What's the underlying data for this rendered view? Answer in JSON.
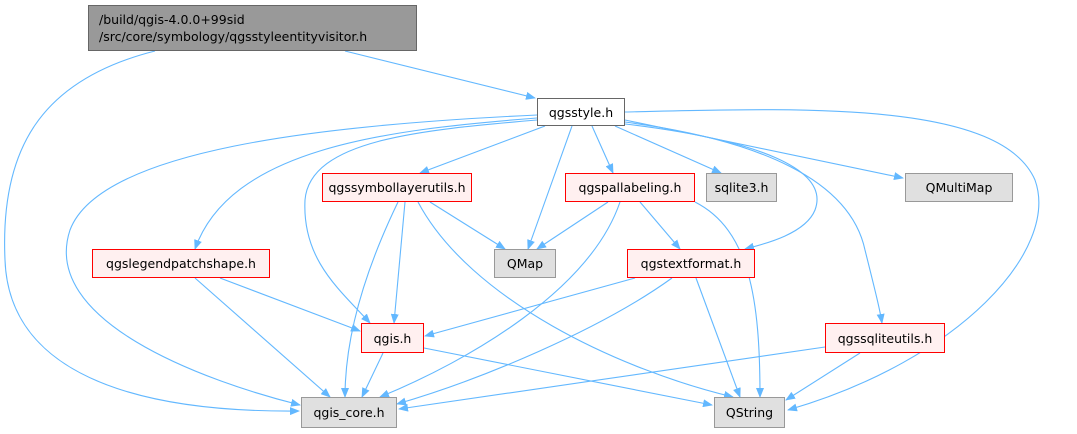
{
  "root": {
    "line1": "/build/qgis-4.0.0+99sid",
    "line2": "/src/core/symbology/qgsstyleentityvisitor.h"
  },
  "nodes": {
    "qgsstyle": "qgsstyle.h",
    "qgssymbollayerutils": "qgssymbollayerutils.h",
    "qgspallabeling": "qgspallabeling.h",
    "sqlite3": "sqlite3.h",
    "qmultimap": "QMultiMap",
    "qgslegendpatchshape": "qgslegendpatchshape.h",
    "qmap": "QMap",
    "qgstextformat": "qgstextformat.h",
    "qgis": "qgis.h",
    "qgssqliteutils": "qgssqliteutils.h",
    "qgis_core": "qgis_core.h",
    "qstring": "QString"
  },
  "colors": {
    "edge": "#63b8ff",
    "include_red": "#ff0000",
    "root_fill": "#999999"
  }
}
